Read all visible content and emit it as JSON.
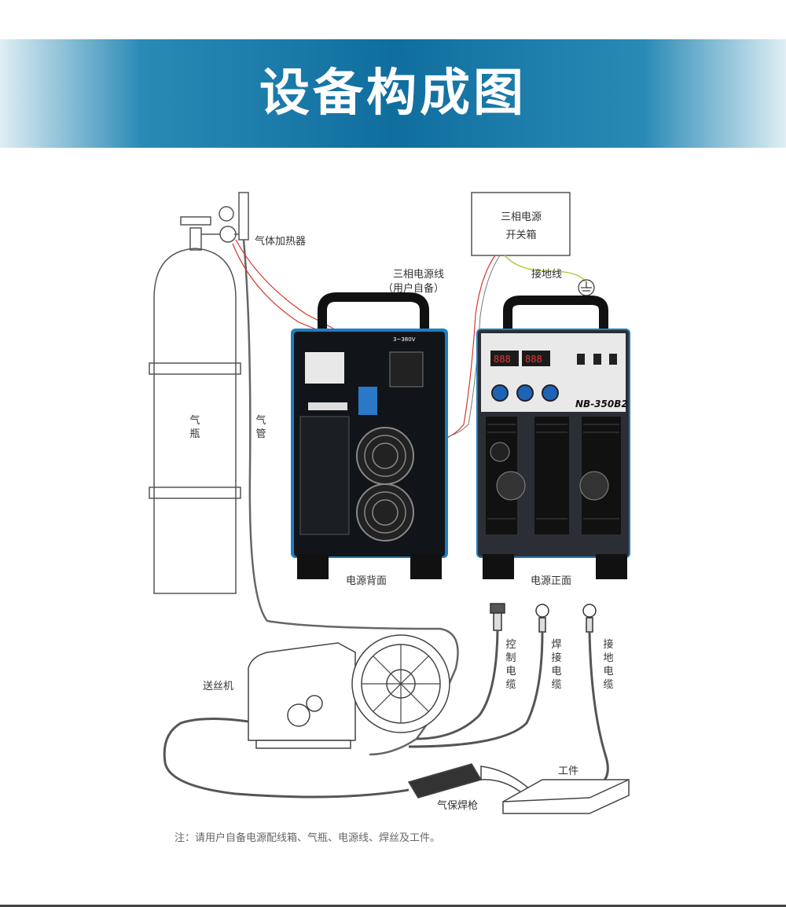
{
  "title": "设备构成图",
  "labels": {
    "heater": "气体加热器",
    "power_box_line1": "三相电源",
    "power_box_line2": "开关箱",
    "power_line_1": "三相电源线",
    "power_line_2": "（用户自备）",
    "ground_line": "接地线",
    "cylinder": [
      "气",
      "瓶"
    ],
    "gas_pipe": [
      "气",
      "管"
    ],
    "back_panel": "电源背面",
    "front_panel": "电源正面",
    "control_cable": [
      "控",
      "制",
      "电",
      "缆"
    ],
    "weld_cable": [
      "焊",
      "接",
      "电",
      "缆"
    ],
    "ground_cable": [
      "接",
      "地",
      "电",
      "缆"
    ],
    "wire_feeder": "送丝机",
    "workpiece": "工件",
    "torch": "气保焊枪",
    "model": "NB-350B2",
    "rear_voltage": "3~380V"
  },
  "note": "注：请用户自备电源配线箱、气瓶、电源线、焊丝及工件。",
  "colors": {
    "banner": "#0f6e9e",
    "machine_body": "#111418",
    "machine_blue": "#1f7ec2",
    "red_wire": "#d9342b"
  }
}
